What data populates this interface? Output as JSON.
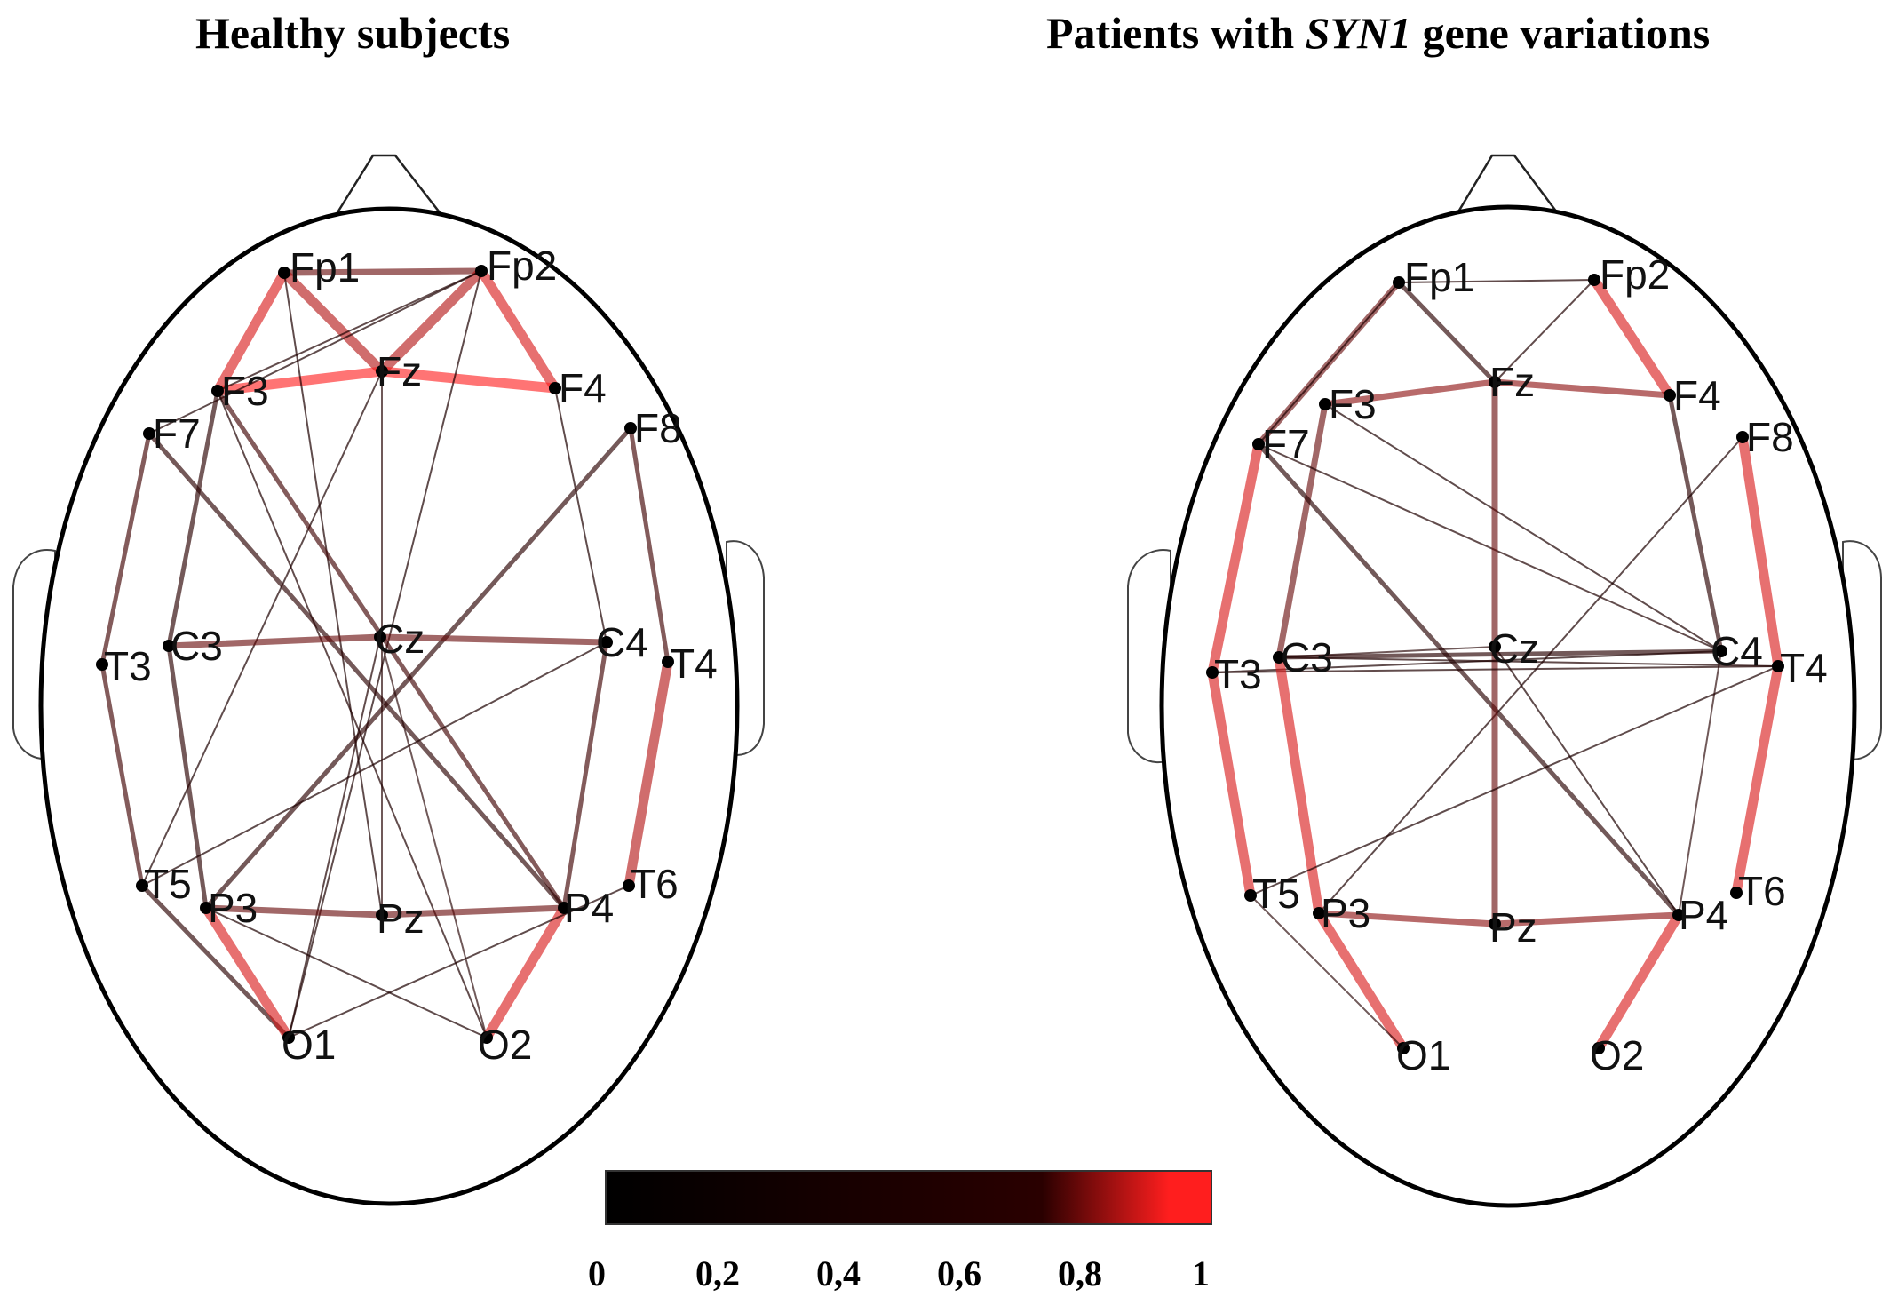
{
  "titles": {
    "left": "Healthy subjects",
    "right_prefix": "Patients with ",
    "right_gene": "SYN1",
    "right_suffix": " gene variations"
  },
  "colorbar": {
    "ticks": [
      "0",
      "0,2",
      "0,4",
      "0,6",
      "0,8",
      "1"
    ],
    "colors": {
      "low": "#000000",
      "mid": "#2a0000",
      "high": "#ff1e1e"
    }
  },
  "panels": [
    {
      "id": "healthy",
      "connections": [
        {
          "a": "Fp1",
          "b": "Fp2",
          "w": 0.8
        },
        {
          "a": "Fp1",
          "b": "F3",
          "w": 0.95
        },
        {
          "a": "Fp1",
          "b": "Fz",
          "w": 0.9
        },
        {
          "a": "Fp2",
          "b": "Fz",
          "w": 0.9
        },
        {
          "a": "Fp2",
          "b": "F4",
          "w": 0.95
        },
        {
          "a": "F3",
          "b": "Fz",
          "w": 1.0
        },
        {
          "a": "Fz",
          "b": "F4",
          "w": 1.0
        },
        {
          "a": "Fp2",
          "b": "F3",
          "w": 0.55
        },
        {
          "a": "Fp2",
          "b": "F7",
          "w": 0.5
        },
        {
          "a": "Fp1",
          "b": "Pz",
          "w": 0.5
        },
        {
          "a": "Fp2",
          "b": "O1",
          "w": 0.5
        },
        {
          "a": "Fz",
          "b": "Pz",
          "w": 0.6
        },
        {
          "a": "Fz",
          "b": "T5",
          "w": 0.5
        },
        {
          "a": "F3",
          "b": "C3",
          "w": 0.7
        },
        {
          "a": "F3",
          "b": "P4",
          "w": 0.75
        },
        {
          "a": "F3",
          "b": "O2",
          "w": 0.55
        },
        {
          "a": "F4",
          "b": "C4",
          "w": 0.5
        },
        {
          "a": "F7",
          "b": "T3",
          "w": 0.75
        },
        {
          "a": "F7",
          "b": "P4",
          "w": 0.7
        },
        {
          "a": "F8",
          "b": "T4",
          "w": 0.75
        },
        {
          "a": "F8",
          "b": "P3",
          "w": 0.7
        },
        {
          "a": "C3",
          "b": "Cz",
          "w": 0.8
        },
        {
          "a": "Cz",
          "b": "C4",
          "w": 0.8
        },
        {
          "a": "C3",
          "b": "P3",
          "w": 0.7
        },
        {
          "a": "Cz",
          "b": "O2",
          "w": 0.6
        },
        {
          "a": "Cz",
          "b": "O1",
          "w": 0.55
        },
        {
          "a": "C4",
          "b": "P4",
          "w": 0.75
        },
        {
          "a": "T3",
          "b": "T5",
          "w": 0.75
        },
        {
          "a": "T4",
          "b": "T6",
          "w": 0.9
        },
        {
          "a": "T5",
          "b": "O1",
          "w": 0.7
        },
        {
          "a": "T5",
          "b": "C4",
          "w": 0.5
        },
        {
          "a": "P3",
          "b": "Pz",
          "w": 0.8
        },
        {
          "a": "Pz",
          "b": "P4",
          "w": 0.8
        },
        {
          "a": "P3",
          "b": "O1",
          "w": 0.95
        },
        {
          "a": "P4",
          "b": "O2",
          "w": 0.95
        },
        {
          "a": "O1",
          "b": "T6",
          "w": 0.5
        },
        {
          "a": "O2",
          "b": "P3",
          "w": 0.5
        }
      ]
    },
    {
      "id": "syn1",
      "connections": [
        {
          "a": "Fp1",
          "b": "Fp2",
          "w": 0.55
        },
        {
          "a": "Fp1",
          "b": "Fz",
          "w": 0.7
        },
        {
          "a": "Fp2",
          "b": "Fz",
          "w": 0.55
        },
        {
          "a": "Fp1",
          "b": "F7",
          "w": 0.8
        },
        {
          "a": "Fp1",
          "b": "F7",
          "w": 0.55
        },
        {
          "a": "Fp2",
          "b": "F4",
          "w": 0.95
        },
        {
          "a": "F3",
          "b": "Fz",
          "w": 0.85
        },
        {
          "a": "Fz",
          "b": "F4",
          "w": 0.85
        },
        {
          "a": "F3",
          "b": "C3",
          "w": 0.8
        },
        {
          "a": "F7",
          "b": "T3",
          "w": 0.95
        },
        {
          "a": "F8",
          "b": "T4",
          "w": 0.95
        },
        {
          "a": "F4",
          "b": "C4",
          "w": 0.7
        },
        {
          "a": "F7",
          "b": "C4",
          "w": 0.55
        },
        {
          "a": "F3",
          "b": "C4",
          "w": 0.5
        },
        {
          "a": "F7",
          "b": "P4",
          "w": 0.65
        },
        {
          "a": "F8",
          "b": "P3",
          "w": 0.5
        },
        {
          "a": "Fz",
          "b": "Pz",
          "w": 0.8
        },
        {
          "a": "C3",
          "b": "C4",
          "w": 0.65
        },
        {
          "a": "C3",
          "b": "T4",
          "w": 0.55
        },
        {
          "a": "T3",
          "b": "C4",
          "w": 0.5
        },
        {
          "a": "T3",
          "b": "T4",
          "w": 0.55
        },
        {
          "a": "C3",
          "b": "Cz",
          "w": 0.6
        },
        {
          "a": "T3",
          "b": "T5",
          "w": 0.95
        },
        {
          "a": "C3",
          "b": "P3",
          "w": 0.95
        },
        {
          "a": "T4",
          "b": "T6",
          "w": 0.95
        },
        {
          "a": "T5",
          "b": "T4",
          "w": 0.5
        },
        {
          "a": "Cz",
          "b": "P4",
          "w": 0.5
        },
        {
          "a": "P3",
          "b": "Pz",
          "w": 0.85
        },
        {
          "a": "Pz",
          "b": "P4",
          "w": 0.85
        },
        {
          "a": "P3",
          "b": "O1",
          "w": 0.95
        },
        {
          "a": "P4",
          "b": "O2",
          "w": 0.95
        },
        {
          "a": "T5",
          "b": "O1",
          "w": 0.6
        },
        {
          "a": "C4",
          "b": "P4",
          "w": 0.6
        }
      ]
    }
  ]
}
